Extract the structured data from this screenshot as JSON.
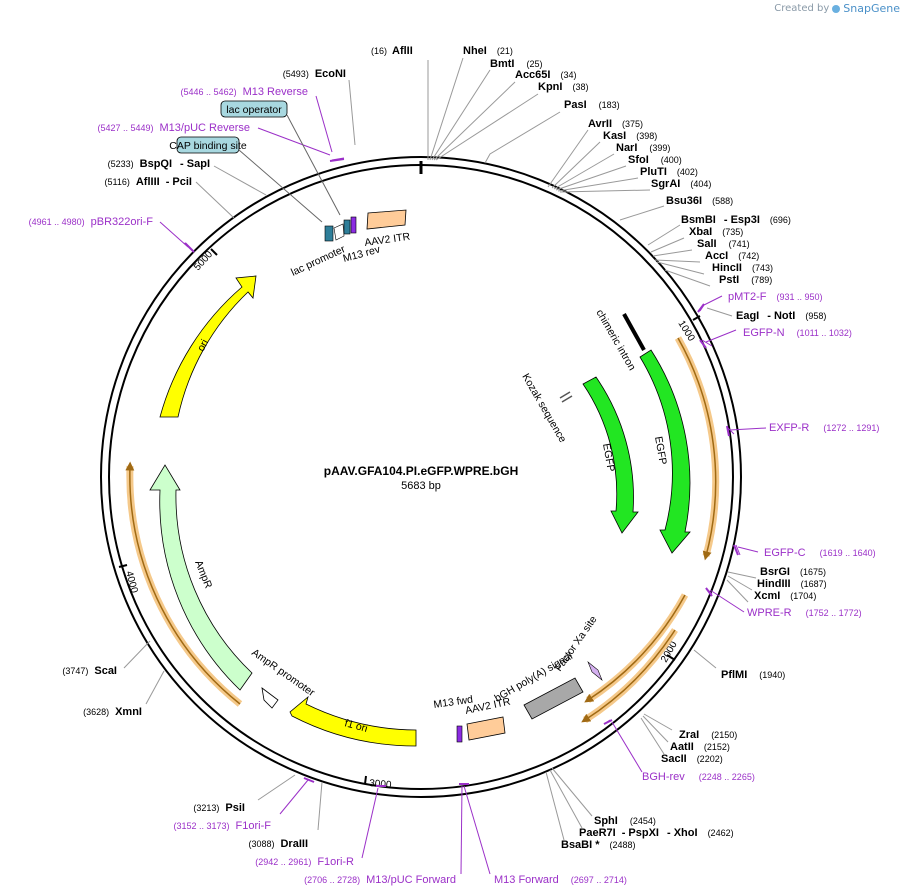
{
  "credit": {
    "prefix": "Created by",
    "brand": "SnapGene"
  },
  "plasmid": {
    "name": "pAAV.GFA104.PI.eGFP.WPRE.bGH",
    "length_label": "5683 bp"
  },
  "ticks": [
    "1000",
    "2000",
    "3000",
    "4000",
    "5000"
  ],
  "sites_right": [
    {
      "name": "AflII",
      "pos": "(16)"
    },
    {
      "name": "NheI",
      "pos": "(21)"
    },
    {
      "name": "BmtI",
      "pos": "(25)"
    },
    {
      "name": "Acc65I",
      "pos": "(34)"
    },
    {
      "name": "KpnI",
      "pos": "(38)"
    },
    {
      "name": "PasI",
      "pos": "(183)"
    },
    {
      "name": "AvrII",
      "pos": "(375)"
    },
    {
      "name": "KasI",
      "pos": "(398)"
    },
    {
      "name": "NarI",
      "pos": "(399)"
    },
    {
      "name": "SfoI",
      "pos": "(400)"
    },
    {
      "name": "PluTI",
      "pos": "(402)"
    },
    {
      "name": "SgrAI",
      "pos": "(404)"
    },
    {
      "name": "Bsu36I",
      "pos": "(588)"
    },
    {
      "name": "BsmBI",
      "name2": "- Esp3I",
      "pos": "(696)"
    },
    {
      "name": "XbaI",
      "pos": "(735)"
    },
    {
      "name": "SalI",
      "pos": "(741)"
    },
    {
      "name": "AccI",
      "pos": "(742)"
    },
    {
      "name": "HincII",
      "pos": "(743)"
    },
    {
      "name": "PstI",
      "pos": "(789)"
    },
    {
      "name": "EagI",
      "name2": "- NotI",
      "pos": "(958)"
    },
    {
      "name": "BsrGI",
      "pos": "(1675)"
    },
    {
      "name": "HindIII",
      "pos": "(1687)"
    },
    {
      "name": "XcmI",
      "pos": "(1704)"
    },
    {
      "name": "PflMI",
      "pos": "(1940)"
    },
    {
      "name": "ZraI",
      "pos": "(2150)"
    },
    {
      "name": "AatII",
      "pos": "(2152)"
    },
    {
      "name": "SacII",
      "pos": "(2202)"
    },
    {
      "name": "SphI",
      "pos": "(2454)"
    },
    {
      "name": "PaeR7I",
      "name2": "- PspXI",
      "name3": "- XhoI",
      "pos": "(2462)"
    },
    {
      "name": "BsaBI *",
      "pos": "(2488)"
    }
  ],
  "sites_left": [
    {
      "name": "EcoNI",
      "pos": "(5493)"
    },
    {
      "name": "BspQI",
      "name2": "- SapI",
      "pos": "(5233)"
    },
    {
      "name": "AflIII",
      "name2": "- PciI",
      "pos": "(5116)"
    },
    {
      "name": "ScaI",
      "pos": "(3747)"
    },
    {
      "name": "XmnI",
      "pos": "(3628)"
    },
    {
      "name": "PsiI",
      "pos": "(3213)"
    },
    {
      "name": "DraIII",
      "pos": "(3088)"
    }
  ],
  "primers": [
    {
      "name": "M13 Reverse",
      "pos": "(5446 .. 5462)"
    },
    {
      "name": "M13/pUC Reverse",
      "pos": "(5427 .. 5449)"
    },
    {
      "name": "pBR322ori-F",
      "pos": "(4961 .. 4980)"
    },
    {
      "name": "pMT2-F",
      "pos": "(931 .. 950)"
    },
    {
      "name": "EGFP-N",
      "pos": "(1011 .. 1032)"
    },
    {
      "name": "EXFP-R",
      "pos": "(1272 .. 1291)"
    },
    {
      "name": "EGFP-C",
      "pos": "(1619 .. 1640)"
    },
    {
      "name": "WPRE-R",
      "pos": "(1752 .. 1772)"
    },
    {
      "name": "BGH-rev",
      "pos": "(2248 .. 2265)"
    },
    {
      "name": "F1ori-F",
      "pos": "(3152 .. 3173)"
    },
    {
      "name": "F1ori-R",
      "pos": "(2942 .. 2961)"
    },
    {
      "name": "M13/pUC Forward",
      "pos": "(2706 .. 2728)"
    },
    {
      "name": "M13 Forward",
      "pos": "(2697 .. 2714)"
    }
  ],
  "boxed_labels": [
    "lac operator",
    "CAP binding site"
  ],
  "features": {
    "aav2_itr_top": "AAV2 ITR",
    "m13_rev": "M13 rev",
    "lac_promoter": "lac promoter",
    "chimeric_intron": "chimeric intron",
    "kozak": "Kozak sequence",
    "egfp_inner": "EGFP",
    "egfp_outer": "EGFP",
    "ori": "ori",
    "ampr": "AmpR",
    "ampr_promoter": "AmpR promoter",
    "f1_ori": "f1 ori",
    "m13_fwd": "M13 fwd",
    "aav2_itr_bottom": "AAV2 ITR",
    "bgh_polya": "bGH poly(A) signal",
    "factor_xa": "Factor Xa site"
  },
  "colors": {
    "primer": "#9b30c8",
    "egfp": "#22e622",
    "ori": "#ffff00",
    "ampr": "#ccffcc",
    "itr": "#ffcc99",
    "orf_highlight": "#f5c98a",
    "orf_arrow": "#a06a14",
    "boxed": "#a8d8e0"
  }
}
